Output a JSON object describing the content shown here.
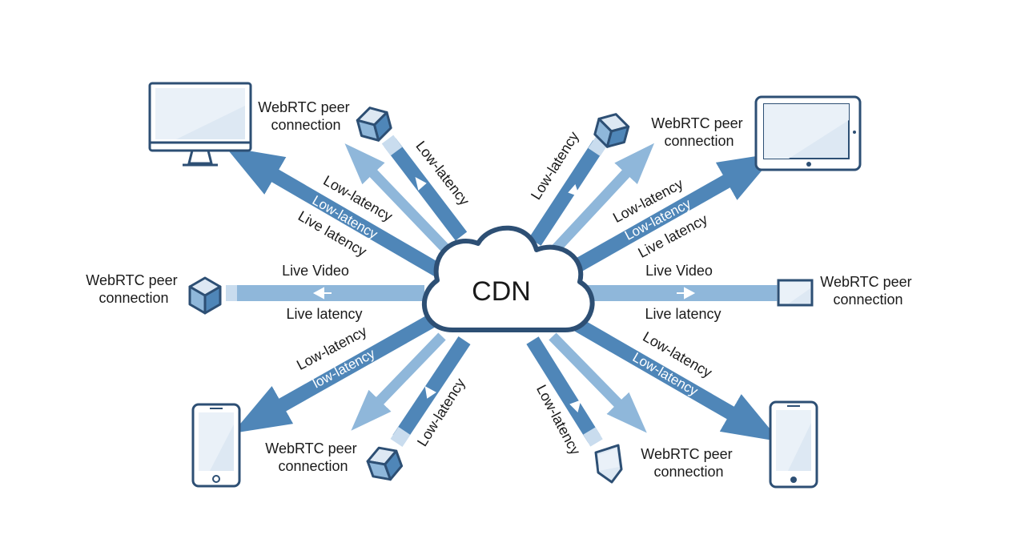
{
  "colors": {
    "arrow_dark": "#4f86b8",
    "arrow_light": "#8fb7da",
    "arrow_pale": "#c9dcee",
    "outline": "#2d4f74",
    "screen_fill": "#dde8f3",
    "label_text": "#1a1a1a"
  },
  "cdn": {
    "label": "CDN"
  },
  "peers": [
    {
      "device": "monitor",
      "label_line1": "WebRTC peer",
      "label_line2": "connection"
    },
    {
      "device": "tablet",
      "label_line1": "WebRTC peer",
      "label_line2": "connection"
    },
    {
      "device": "left-cube",
      "label_line1": "WebRTC peer",
      "label_line2": "connection"
    },
    {
      "device": "right-square",
      "label_line1": "WebRTC peer",
      "label_line2": "connection"
    },
    {
      "device": "bottom-cube",
      "label_line1": "WebRTC peer",
      "label_line2": "connection"
    },
    {
      "device": "bottom-shield",
      "label_line1": "WebRTC peer",
      "label_line2": "connection"
    }
  ],
  "arrow_labels": {
    "top_left_a": "Low-latency",
    "top_left_b": "Low-latency",
    "top_left_c": "Live latency",
    "top_left_steep": "Low-latency",
    "top_right_steep": "Low-latency",
    "top_right_a": "Low-latency",
    "top_right_b": "Low-latency",
    "top_right_c": "Live latency",
    "left_top": "Live Video",
    "left_bottom": "Live latency",
    "right_top": "Live Video",
    "right_bottom": "Live latency",
    "bottom_left_a": "Low-latency",
    "bottom_left_b": "low-latency",
    "bottom_left_steep": "Low-latency",
    "bottom_right_steep": "Low-latency",
    "bottom_right_a": "Low-latency",
    "bottom_right_b": "Low-latency"
  }
}
